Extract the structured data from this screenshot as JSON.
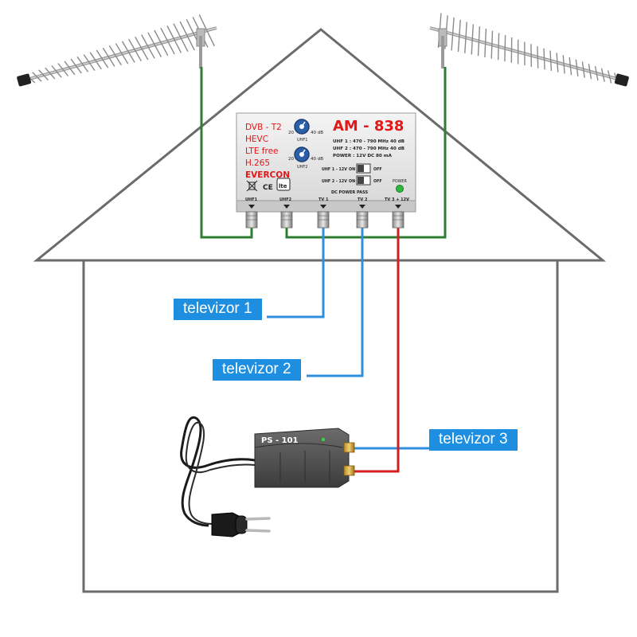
{
  "amplifier": {
    "features": [
      "DVB - T2",
      "HEVC",
      "LTE free",
      "H.265"
    ],
    "brand": "EVERCON",
    "model": "AM - 838",
    "specs": [
      "UHF 1 : 470 - 790 MHz 40 dB",
      "UHF 2 : 470 - 790 MHz 40 dB",
      "POWER : 12V DC 80 mA"
    ],
    "knob1": {
      "min": "20",
      "max": "40 dB",
      "label": "UHF1"
    },
    "knob2": {
      "min": "20",
      "max": "40 dB",
      "label": "UHF2"
    },
    "switch1": {
      "label": "UHF 1 - 12V",
      "on": "ON",
      "off": "OFF"
    },
    "switch2": {
      "label": "UHF 2 - 12V",
      "on": "ON",
      "off": "OFF"
    },
    "dc_pass": "DC POWER PASS",
    "power_label": "POWER",
    "lte_logo": "lte",
    "ports": [
      "UHF1",
      "UHF2",
      "TV 1",
      "TV 2",
      "TV 3 + 12V"
    ]
  },
  "power_supply": {
    "model": "PS - 101"
  },
  "tv_labels": [
    "televizor 1",
    "televizor 2",
    "televizor 3"
  ],
  "colors": {
    "house_outline": "#6b6b6b",
    "antenna_cable": "#2e7d32",
    "tv_cable": "#2f8fdc",
    "power_cable": "#d11f1f",
    "label_bg": "#1e8fe0",
    "brand_red": "#e01818"
  }
}
